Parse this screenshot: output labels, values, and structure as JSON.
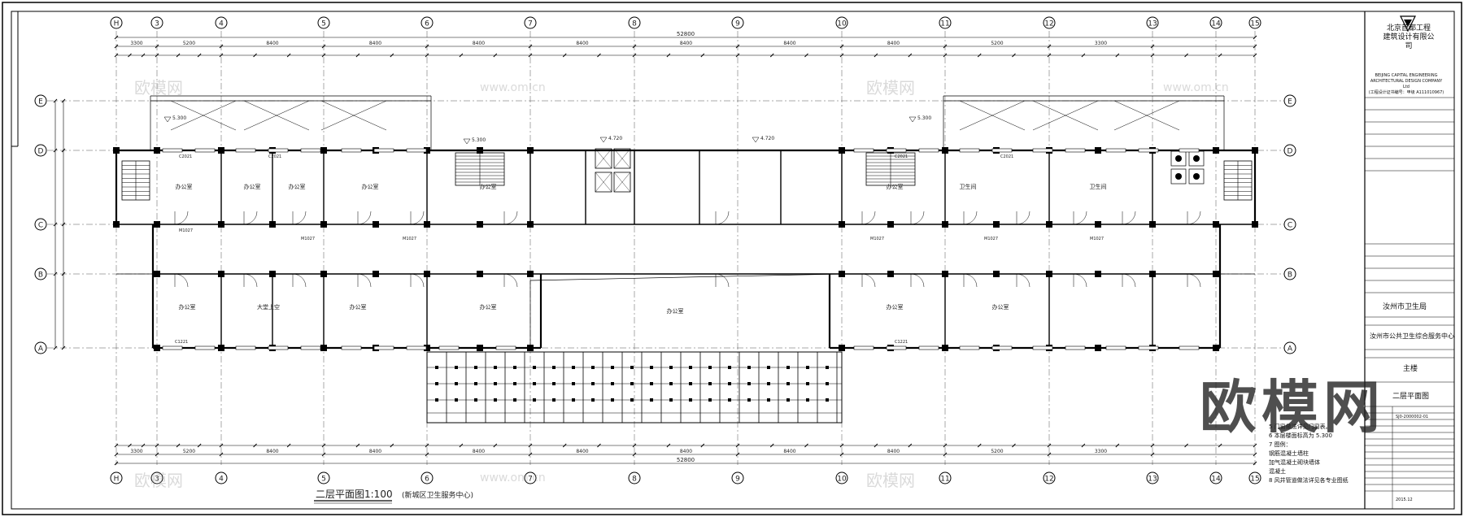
{
  "drawing": {
    "title": "二层平面图1:100",
    "subtitle": "(新城区卫生服务中心)",
    "grid_columns": [
      "H",
      "3",
      "4",
      "5",
      "6",
      "7",
      "8",
      "9",
      "10",
      "11",
      "12",
      "13",
      "14",
      "15"
    ],
    "grid_rows": [
      "E",
      "D",
      "C",
      "B",
      "A"
    ],
    "overall_dimension": "52800",
    "bay_dimensions": [
      "3300",
      "5200",
      "8400",
      "8400",
      "8400",
      "8400",
      "8400",
      "8400",
      "8400",
      "5200",
      "3300"
    ],
    "room_labels": [
      "办公室",
      "办公室",
      "办公室",
      "办公室",
      "办公室",
      "办公室",
      "大堂上空",
      "办公室",
      "办公室",
      "办公室",
      "办公室",
      "卫生间",
      "卫生间",
      "办公室",
      "办公室"
    ],
    "elevation_marks": [
      "5.300",
      "5.300",
      "4.720",
      "4.720",
      "5.300"
    ],
    "door_tags": [
      "M1027",
      "M1027",
      "M1027",
      "M1027",
      "M1027",
      "M1027"
    ],
    "window_tags": [
      "C2021",
      "C2021",
      "C2021",
      "C2021",
      "C1221",
      "C1221"
    ],
    "note_lines": [
      "5 门窗做法详见门窗表。",
      "6 本层楼面标高为 5.300",
      "7 图例：",
      "钢筋混凝土墙柱",
      "加气混凝土砌块墙体",
      "混凝土",
      "8 风井管道做法详见各专业图纸"
    ]
  },
  "title_block": {
    "company_cn": "北京首都工程 建筑设计有限公司",
    "company_en": "BEIJING CAPITAL ENGINEERING ARCHITECTURAL DESIGN COMPANY Ltd",
    "cert": "(工程设计证书编号：甲级 A111010967)",
    "client": "汝州市卫生局",
    "project": "汝州市公共卫生综合服务中心",
    "item": "主楼",
    "sheet_title": "二层平面图",
    "drawing_no": "SJ0-2000002-01",
    "date": "2015.12"
  },
  "watermark": "欧模网",
  "watermark_url": "www.om.cn"
}
